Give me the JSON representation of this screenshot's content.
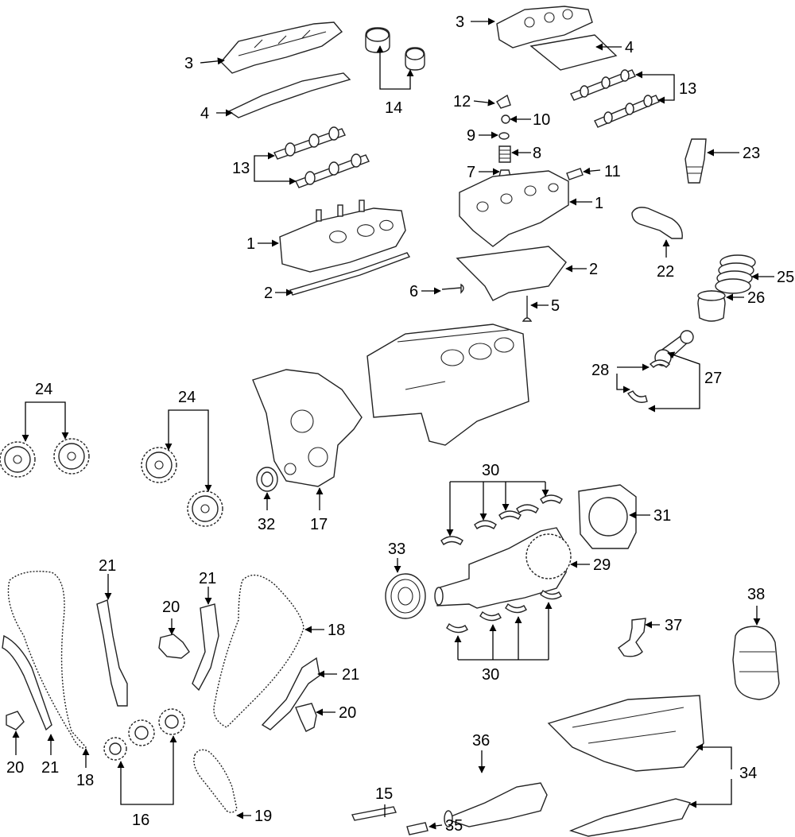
{
  "labels": {
    "l1a": "1",
    "l1b": "1",
    "l2a": "2",
    "l2b": "2",
    "l3a": "3",
    "l3b": "3",
    "l4a": "4",
    "l4b": "4",
    "l5": "5",
    "l6": "6",
    "l7": "7",
    "l8": "8",
    "l9": "9",
    "l10": "10",
    "l11": "11",
    "l12": "12",
    "l13a": "13",
    "l13b": "13",
    "l14": "14",
    "l15": "15",
    "l16": "16",
    "l17": "17",
    "l18a": "18",
    "l18b": "18",
    "l19": "19",
    "l20a": "20",
    "l20b": "20",
    "l20c": "20",
    "l21a": "21",
    "l21b": "21",
    "l21c": "21",
    "l21d": "21",
    "l22": "22",
    "l23": "23",
    "l24a": "24",
    "l24b": "24",
    "l25": "25",
    "l26": "26",
    "l27": "27",
    "l28": "28",
    "l29": "29",
    "l30a": "30",
    "l30b": "30",
    "l31": "31",
    "l32": "32",
    "l33": "33",
    "l34": "34",
    "l35": "35",
    "l36": "36",
    "l37": "37",
    "l38": "38"
  }
}
